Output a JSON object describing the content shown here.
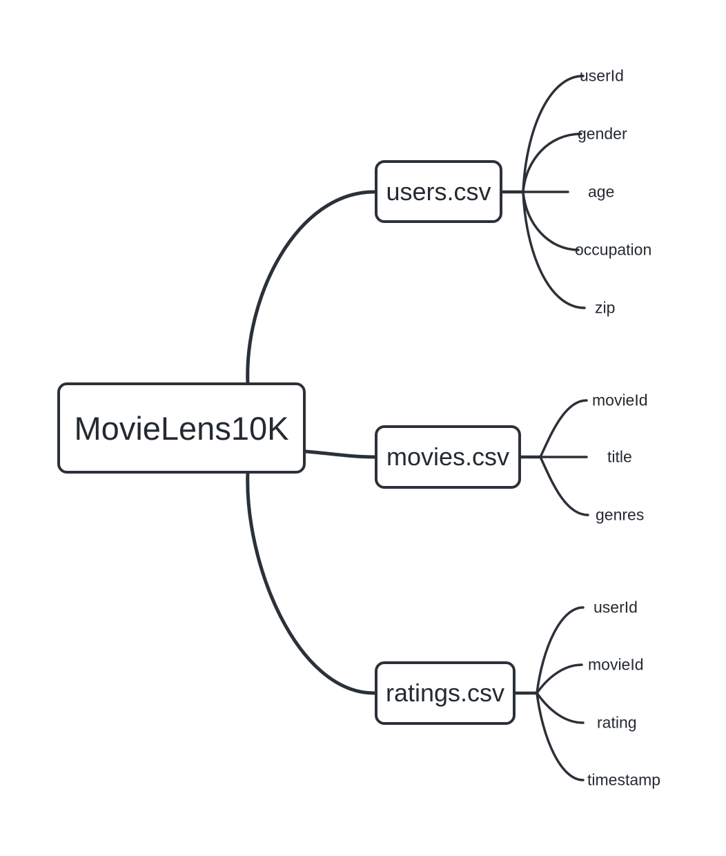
{
  "colors": {
    "line": "#2b3138",
    "text": "#242a31",
    "node_fill": "#ffffff"
  },
  "root": {
    "label": "MovieLens10K"
  },
  "branches": [
    {
      "label": "users.csv",
      "leaves": [
        "userId",
        "gender",
        "age",
        "occupation",
        "zip"
      ]
    },
    {
      "label": "movies.csv",
      "leaves": [
        "movieId",
        "title",
        "genres"
      ]
    },
    {
      "label": "ratings.csv",
      "leaves": [
        "userId",
        "movieId",
        "rating",
        "timestamp"
      ]
    }
  ]
}
